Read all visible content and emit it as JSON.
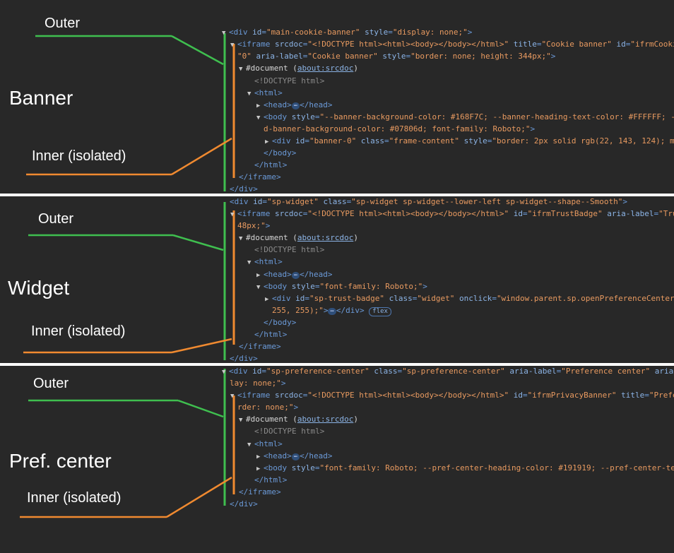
{
  "sections": [
    {
      "outer_label": "Outer",
      "big_label": "Banner",
      "inner_label": "Inner (isolated)",
      "lines": [
        "▼<div id=\"main-cookie-banner\" style=\"display: none;\">",
        "▼<iframe srcdoc=\"<!DOCTYPE html><html><body></body></html>\" title=\"Cookie banner\" id=\"ifrmCooki",
        "\"0\" aria-label=\"Cookie banner\" style=\"border: none; height: 344px;\">",
        "▼#document (about:srcdoc)",
        "<!DOCTYPE html>",
        "▼<html>",
        "▶<head>⋯</head>",
        "▼<body style=\"--banner-background-color: #168F7C; --banner-heading-text-color: #FFFFFF; -",
        "d-banner-background-color: #07806d; font-family: Roboto;\">",
        "▶<div id=\"banner-0\" class=\"frame-content\" style=\"border: 2px solid rgb(22, 143, 124); ma",
        "</body>",
        "</html>",
        "</iframe>",
        "</div>"
      ]
    },
    {
      "outer_label": "Outer",
      "big_label": "Widget",
      "inner_label": "Inner (isolated)",
      "lines": [
        "<div id=\"sp-widget\" class=\"sp-widget sp-widget--lower-left sp-widget--shape--Smooth\">",
        "▼<iframe srcdoc=\"<!DOCTYPE html><html><body></body></html>\" id=\"ifrmTrustBadge\" aria-label=\"Tru",
        "48px;\">",
        "▼#document (about:srcdoc)",
        "<!DOCTYPE html>",
        "▼<html>",
        "▶<head>⋯</head>",
        "▼<body style=\"font-family: Roboto;\">",
        "▶<div id=\"sp-trust-badge\" class=\"widget\" onclick=\"window.parent.sp.openPreferenceCenter",
        "255, 255);\">⋯</div> flex",
        "</body>",
        "</html>",
        "</iframe>",
        "</div>"
      ]
    },
    {
      "outer_label": "Outer",
      "big_label": "Pref. center",
      "inner_label": "Inner (isolated)",
      "lines": [
        "▼<div id=\"sp-preference-center\" class=\"sp-preference-center\" aria-label=\"Preference center\" aria-",
        "lay: none;\">",
        "▼<iframe srcdoc=\"<!DOCTYPE html><html><body></body></html>\" id=\"ifrmPrivacyBanner\" title=\"Prefe",
        "rder: none;\">",
        "▼#document (about:srcdoc)",
        "<!DOCTYPE html>",
        "▼<html>",
        "▶<head>⋯</head>",
        "▶<body style=\"font-family: Roboto; --pref-center-heading-color: #191919; --pref-center-te",
        "</html>",
        "</iframe>",
        "</div>"
      ]
    }
  ],
  "colors": {
    "outer": "#3fbf4f",
    "inner": "#f08a30",
    "tag": "#6b9ad8",
    "value": "#e89a60"
  }
}
